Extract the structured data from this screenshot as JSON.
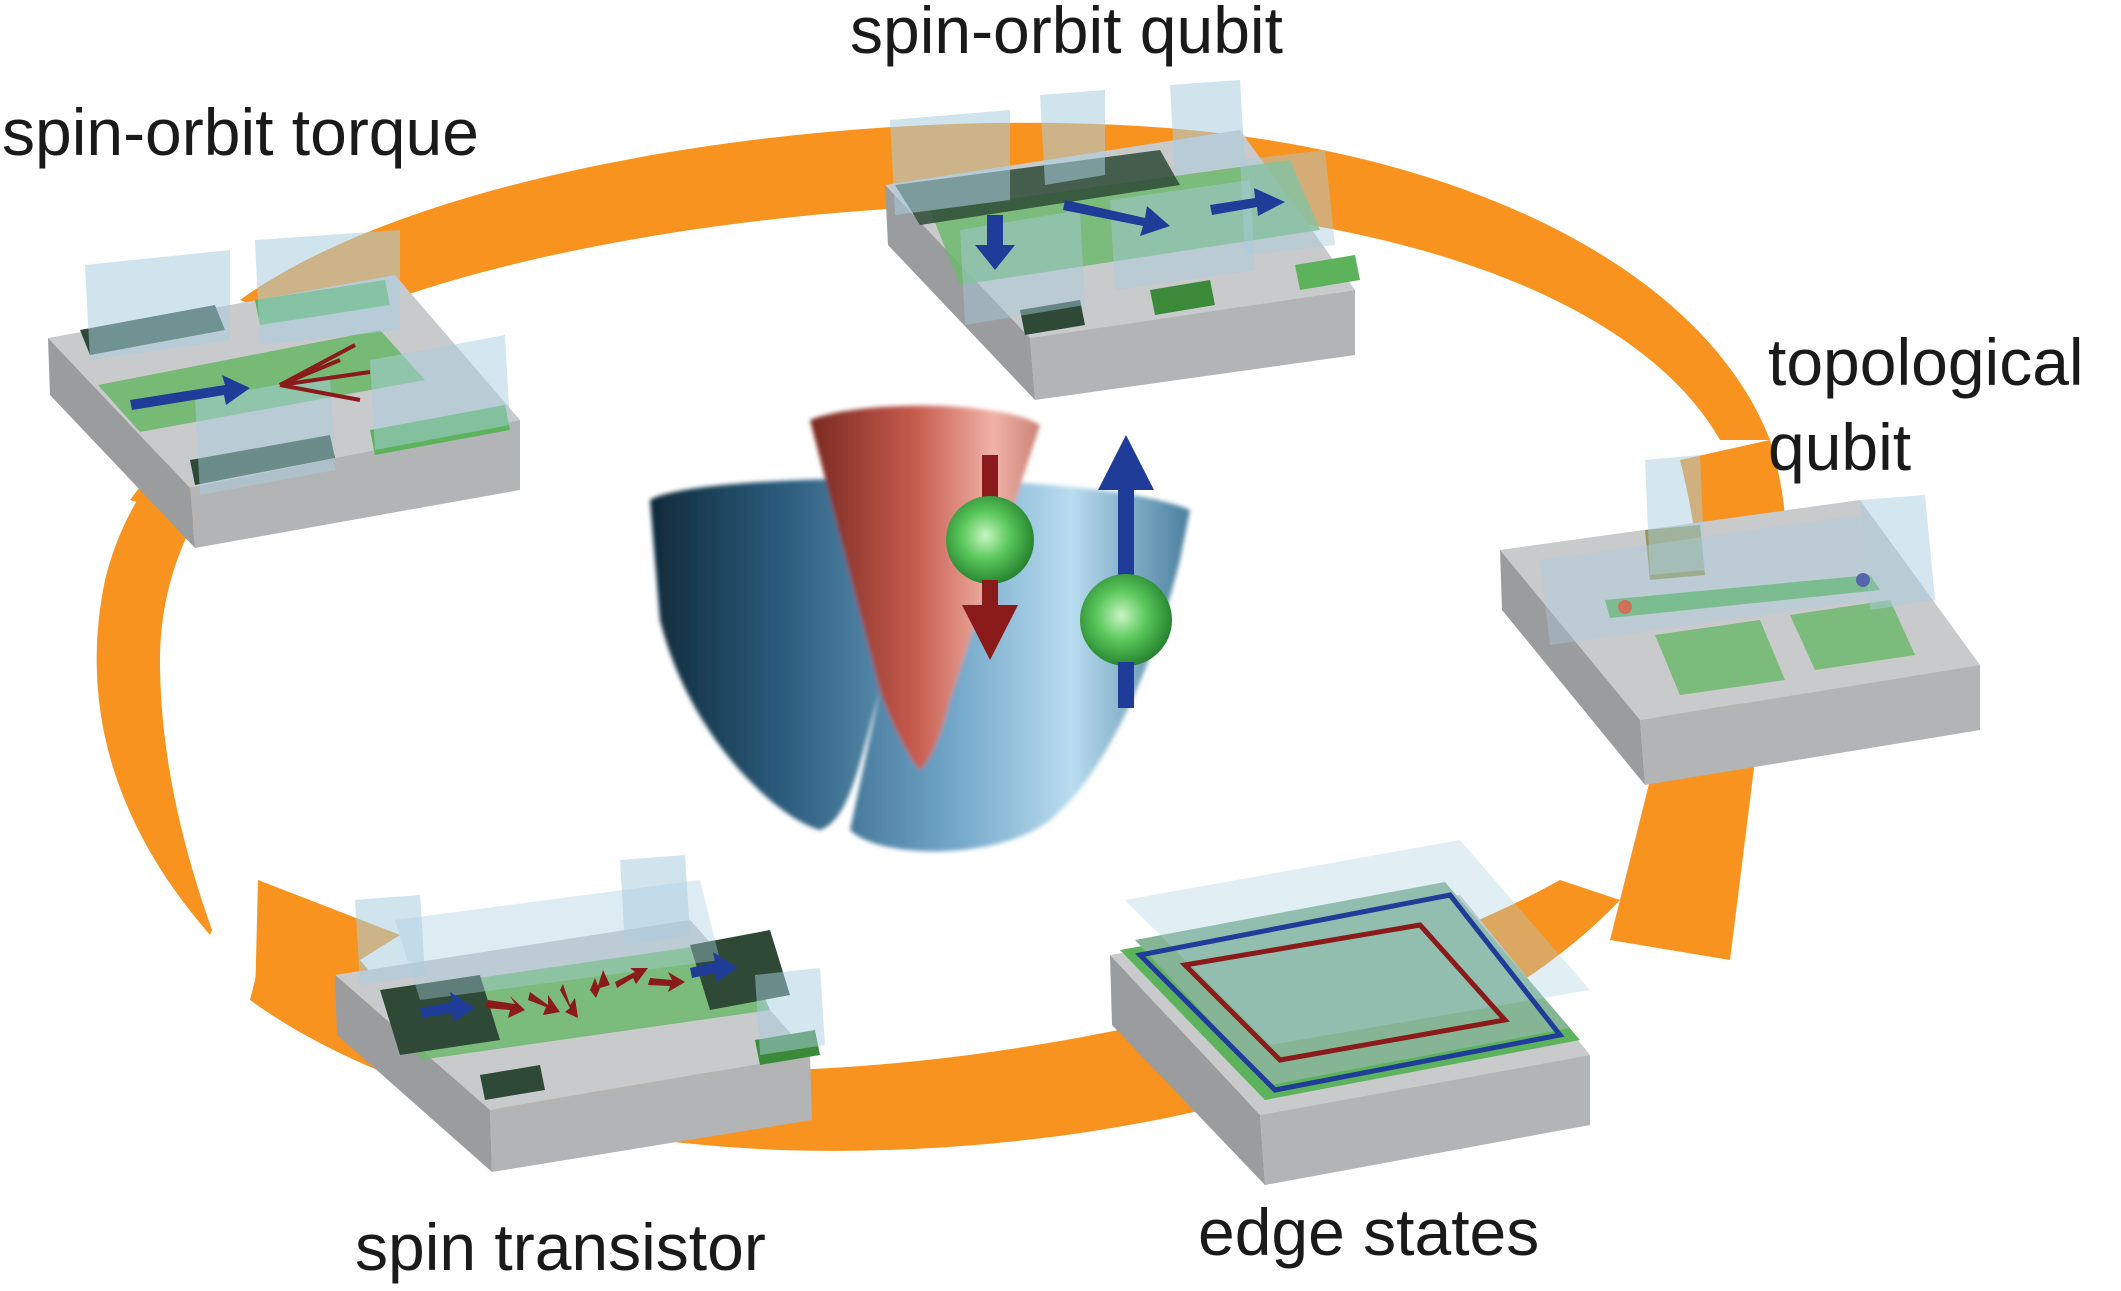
{
  "labels": {
    "spin_orbit_qubit": "spin-orbit qubit",
    "spin_orbit_torque": "spin-orbit torque",
    "topological_line1": "topological",
    "topological_line2": "qubit",
    "spin_transistor": "spin transistor",
    "edge_states": "edge states"
  },
  "colors": {
    "cycle_arrow": "#f7931e",
    "substrate_top": "#c8cacb",
    "substrate_front": "#b2b4b6",
    "substrate_side": "#9a9c9e",
    "channel_green": "#6db86d",
    "dark_green": "#2e4a36",
    "gate_glass": "#a9cde0",
    "spin_up_blue": "#1f3c99",
    "spin_down_red": "#8b1a1a",
    "cone_blue": "#6da5c8",
    "cone_red": "#d07060",
    "electron_green": "#3fb23f"
  }
}
